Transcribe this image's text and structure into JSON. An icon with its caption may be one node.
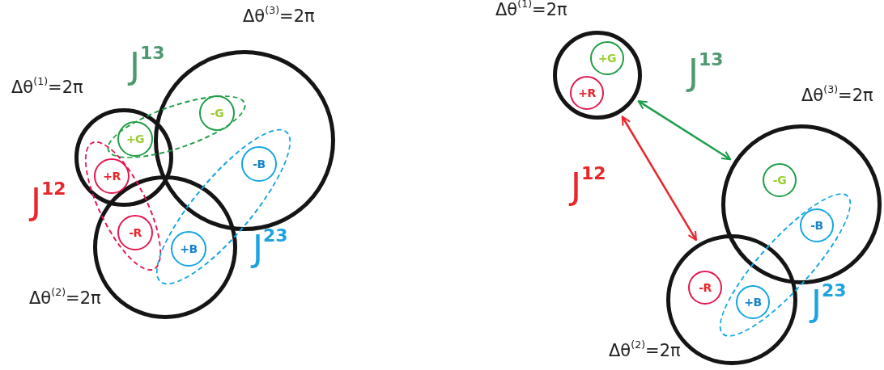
{
  "diagram": {
    "nodes": [
      {
        "text": [
          "Δθ$^{(1)}$=2π"
        ]
      },
      {
        "text": [
          "Δθ$^{(3)}$=2π"
        ]
      },
      {
        "text": [
          "Δθ$^{(2)}$=2π"
        ]
      },
      {
        "text": [],
        "shape": "ellipse"
      },
      {
        "text": [
          "+G"
        ]
      },
      {
        "text": [
          "-G"
        ]
      },
      {
        "text": [],
        "shape": "ellipse"
      },
      {
        "text": [
          "+R"
        ]
      },
      {
        "text": [
          "-R"
        ]
      },
      {
        "text": [],
        "shape": "ellipse"
      },
      {
        "text": [
          "-B"
        ]
      },
      {
        "text": [
          "+B"
        ]
      },
      {
        "text": [
          "Δθ$^{(1)}$=2π"
        ]
      },
      {
        "text": [
          "+G"
        ],
        "in": 12
      },
      {
        "text": [
          "+R"
        ],
        "in": 12
      },
      {
        "text": [
          "Δθ$^{(3)}$=2π"
        ]
      },
      {
        "text": [
          "-G"
        ],
        "in": 15
      },
      {
        "text": [
          "Δθ$^{(2)}$=2π"
        ]
      },
      {
        "text": [
          "-R"
        ],
        "in": 17
      },
      {
        "text": [],
        "shape": "ellipse"
      },
      {
        "text": [
          "-B"
        ]
      },
      {
        "text": [
          "+B"
        ]
      }
    ],
    "edges": [
      {
        "from": 12,
        "to": 15,
        "arrow": "both",
        "label": "J$^{13}$",
        "color": "#1b9e4b"
      },
      {
        "from": 12,
        "to": 17,
        "arrow": "both",
        "label": "J$^{12}$",
        "color": "#e8262b"
      }
    ],
    "labels": [
      "J$^{13}$",
      "J$^{12}$",
      "J$^{23}$",
      "J$^{23}$"
    ]
  }
}
